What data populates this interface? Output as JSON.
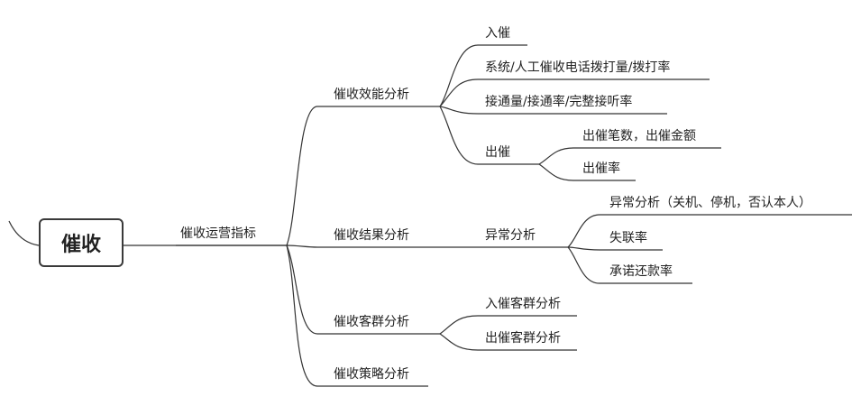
{
  "root": {
    "label": "催收"
  },
  "level1": {
    "label": "催收运营指标"
  },
  "branches": [
    {
      "label": "催收效能分析",
      "children": [
        {
          "label": "入催"
        },
        {
          "label": "系统/人工催收电话拨打量/拨打率"
        },
        {
          "label": "接通量/接通率/完整接听率"
        },
        {
          "label": "出催",
          "children": [
            {
              "label": "出催笔数，出催金额"
            },
            {
              "label": "出催率"
            }
          ]
        }
      ]
    },
    {
      "label": "催收结果分析",
      "children": [
        {
          "label": "异常分析",
          "children": [
            {
              "label": "异常分析（关机、停机，否认本人）"
            },
            {
              "label": "失联率"
            },
            {
              "label": "承诺还款率"
            }
          ]
        }
      ]
    },
    {
      "label": "催收客群分析",
      "children": [
        {
          "label": "入催客群分析"
        },
        {
          "label": "出催客群分析"
        }
      ]
    },
    {
      "label": "催收策略分析"
    }
  ]
}
